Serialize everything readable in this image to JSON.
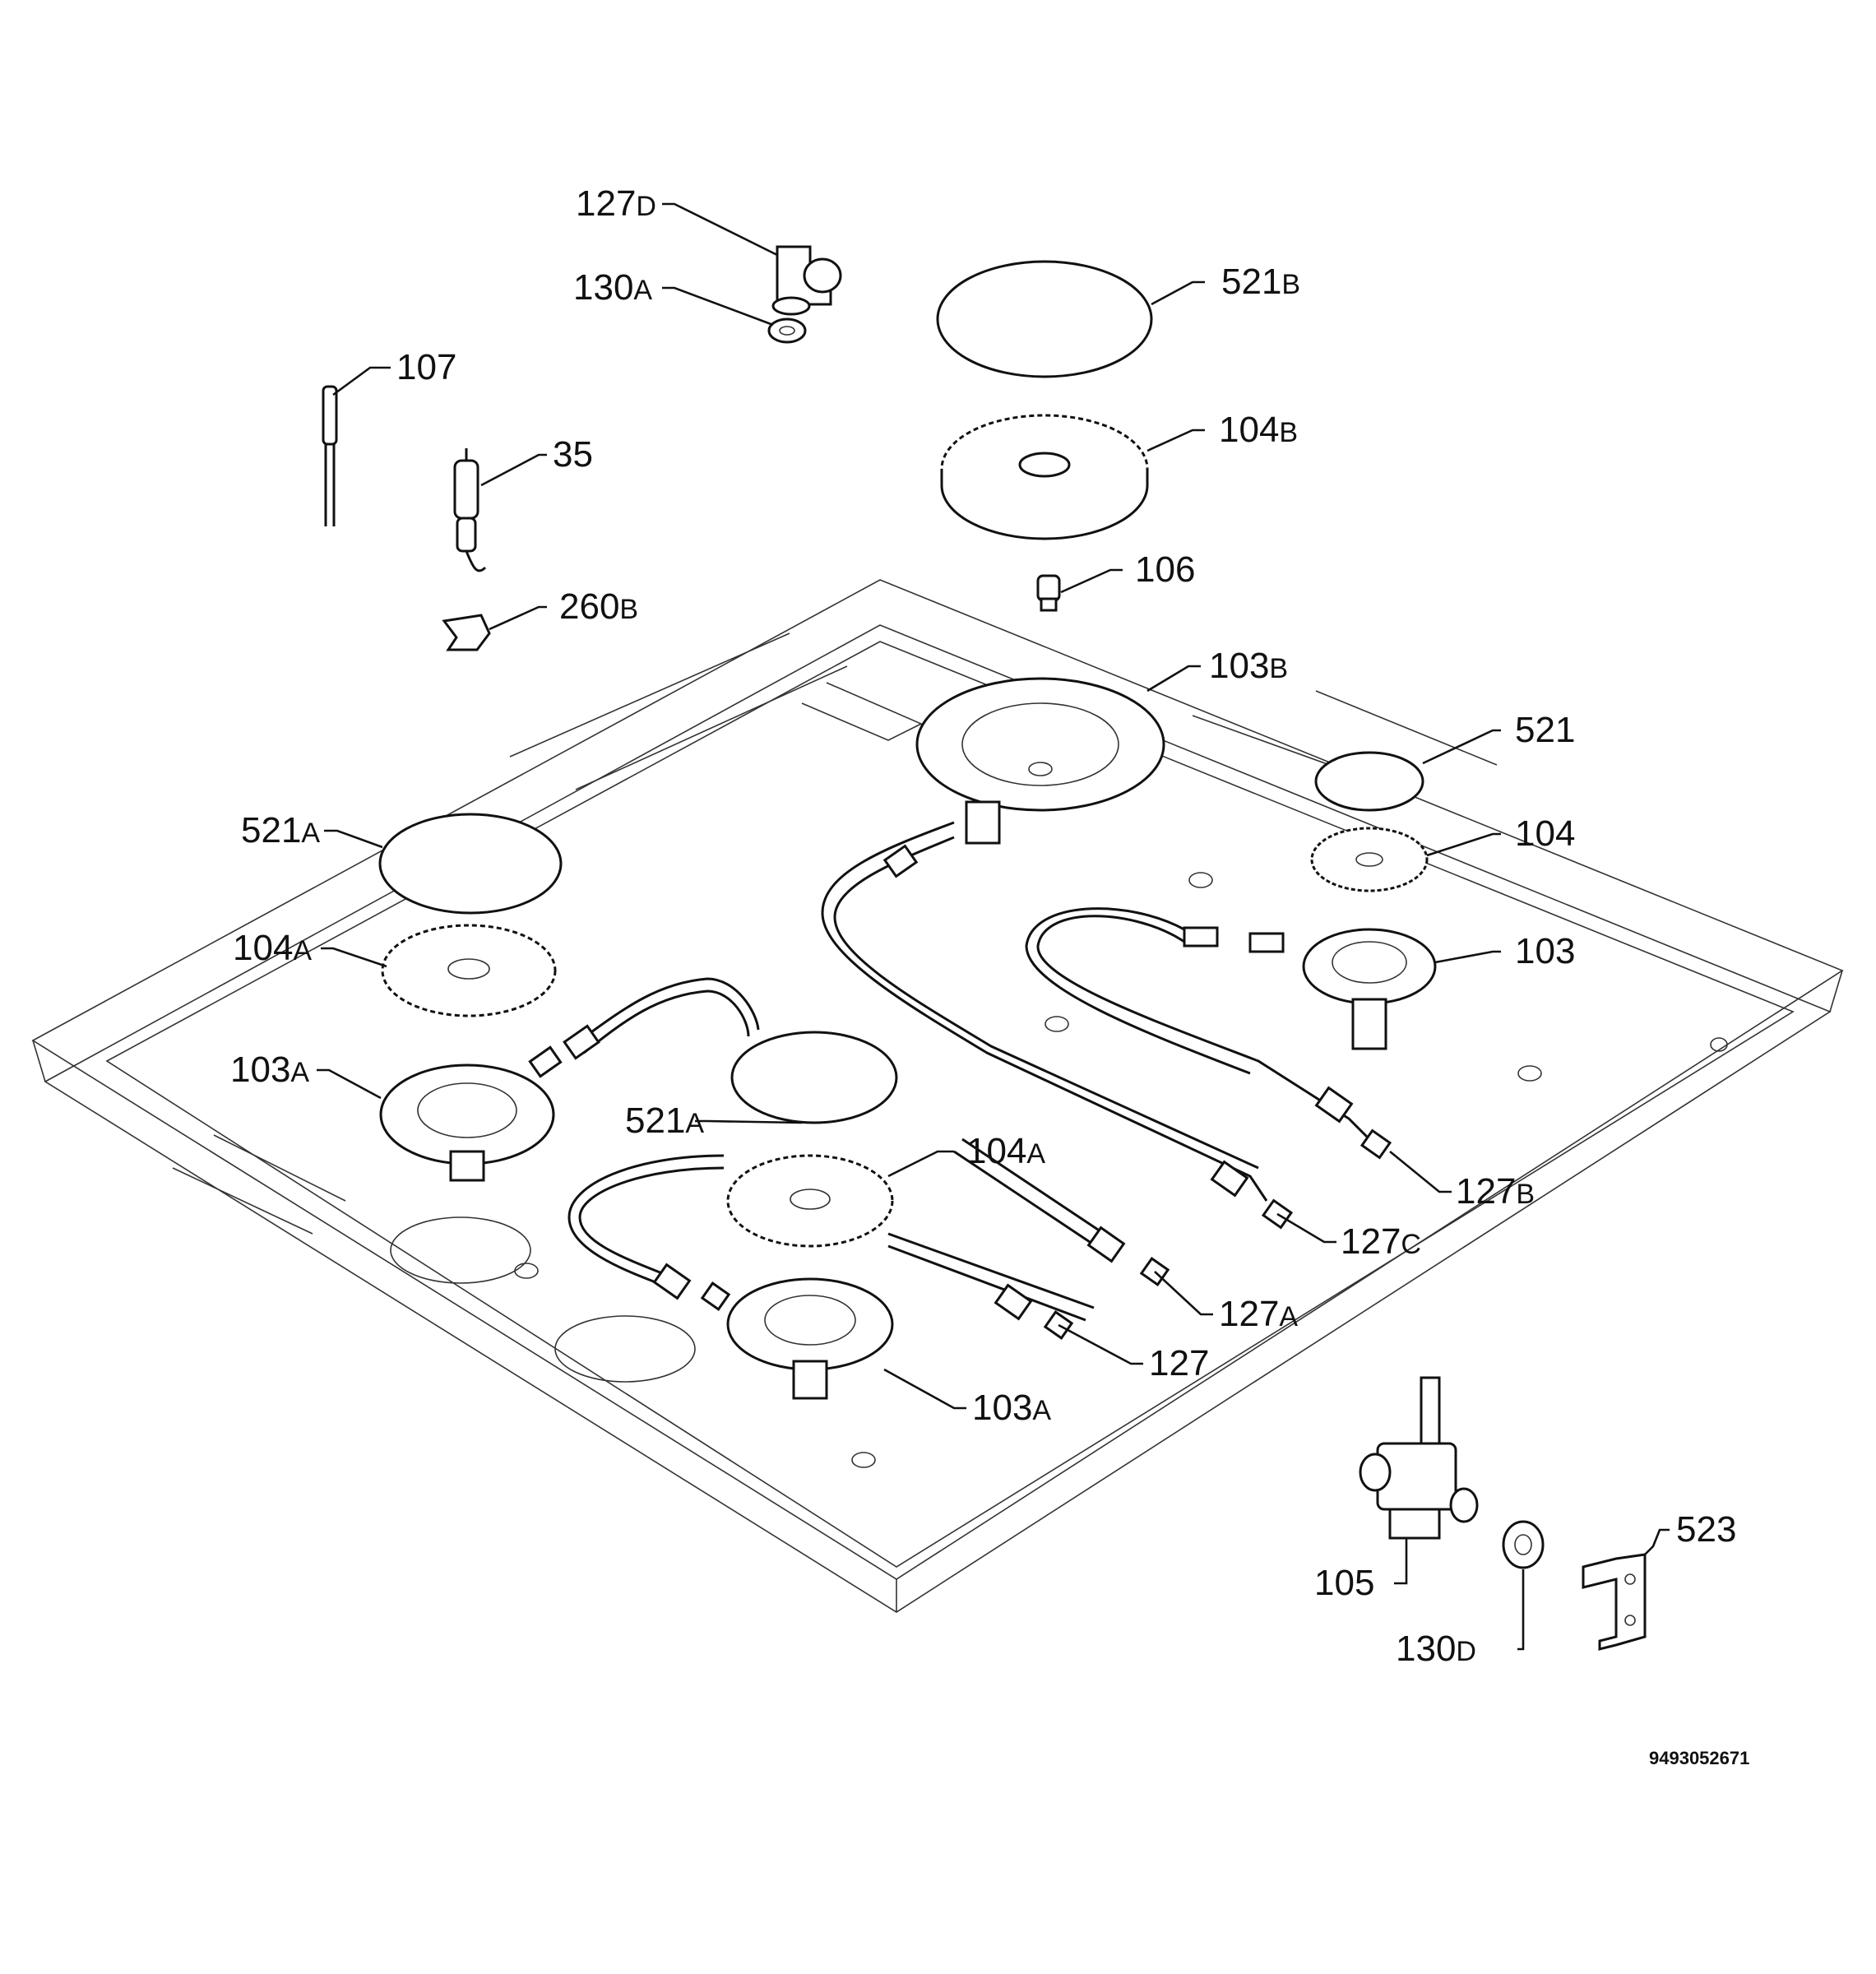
{
  "doc_id": "9493052671",
  "callouts": [
    {
      "id": "127d",
      "num": "127",
      "suf": "D"
    },
    {
      "id": "130a",
      "num": "130",
      "suf": "A"
    },
    {
      "id": "521b",
      "num": "521",
      "suf": "B"
    },
    {
      "id": "107",
      "num": "107",
      "suf": ""
    },
    {
      "id": "35",
      "num": "35",
      "suf": ""
    },
    {
      "id": "104b",
      "num": "104",
      "suf": "B"
    },
    {
      "id": "106",
      "num": "106",
      "suf": ""
    },
    {
      "id": "260b",
      "num": "260",
      "suf": "B"
    },
    {
      "id": "103b",
      "num": "103",
      "suf": "B"
    },
    {
      "id": "521",
      "num": "521",
      "suf": ""
    },
    {
      "id": "104",
      "num": "104",
      "suf": ""
    },
    {
      "id": "521a-left",
      "num": "521",
      "suf": "A"
    },
    {
      "id": "104a-left",
      "num": "104",
      "suf": "A"
    },
    {
      "id": "103",
      "num": "103",
      "suf": ""
    },
    {
      "id": "103a-left",
      "num": "103",
      "suf": "A"
    },
    {
      "id": "521a-center",
      "num": "521",
      "suf": "A"
    },
    {
      "id": "104a-center",
      "num": "104",
      "suf": "A"
    },
    {
      "id": "127b",
      "num": "127",
      "suf": "B"
    },
    {
      "id": "127c",
      "num": "127",
      "suf": "C"
    },
    {
      "id": "127a",
      "num": "127",
      "suf": "A"
    },
    {
      "id": "127",
      "num": "127",
      "suf": ""
    },
    {
      "id": "103a-center",
      "num": "103",
      "suf": "A"
    },
    {
      "id": "523",
      "num": "523",
      "suf": ""
    },
    {
      "id": "105",
      "num": "105",
      "suf": ""
    },
    {
      "id": "130d",
      "num": "130",
      "suf": "D"
    }
  ]
}
